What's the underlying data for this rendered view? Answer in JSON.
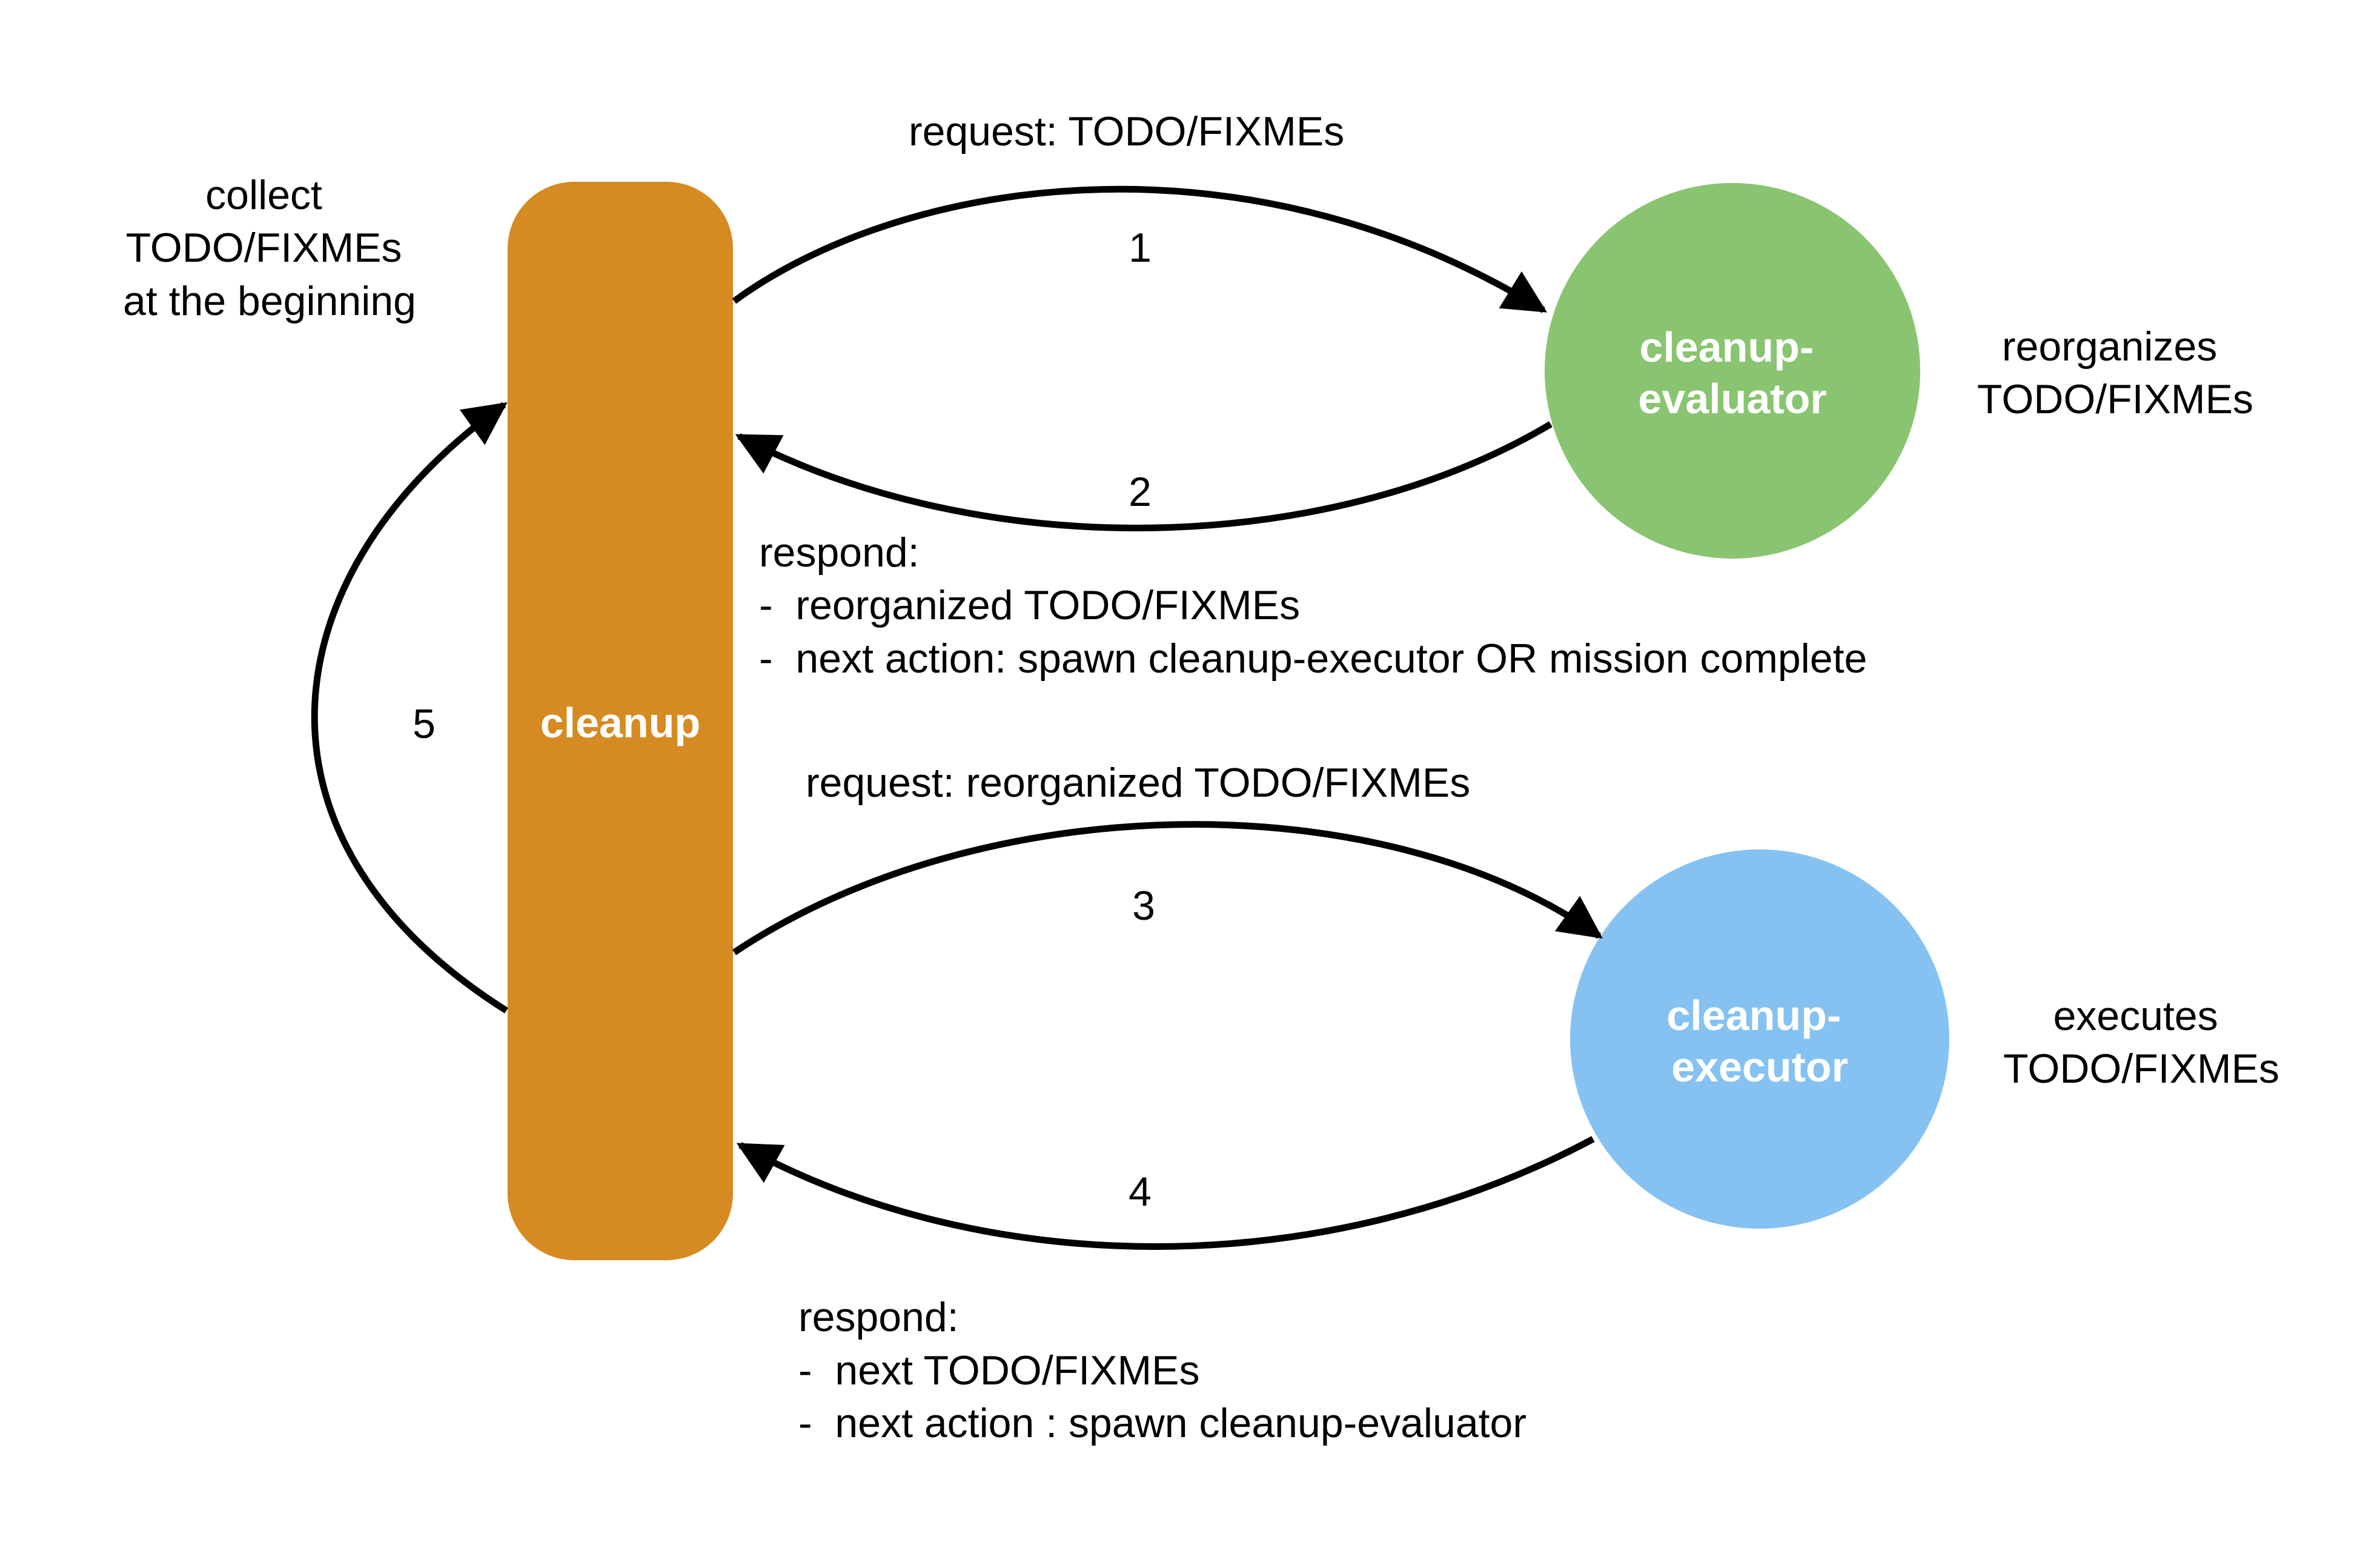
{
  "diagram": {
    "nodes": {
      "cleanup": {
        "label": "cleanup",
        "shape": "rounded-rectangle",
        "color": "#D68A22",
        "note_lines": [
          "collect",
          "TODO/FIXMEs",
          "at the beginning"
        ]
      },
      "evaluator": {
        "label_lines": [
          "cleanup-",
          "evaluator"
        ],
        "shape": "circle",
        "color": "#89C470",
        "note_lines": [
          "reorganizes",
          "TODO/FIXMEs"
        ]
      },
      "executor": {
        "label_lines": [
          "cleanup-",
          "executor"
        ],
        "shape": "circle",
        "color": "#85C2F1",
        "note_lines": [
          "executes",
          "TODO/FIXMEs"
        ]
      }
    },
    "edges": [
      {
        "step": "1",
        "from": "cleanup",
        "to": "cleanup-evaluator",
        "caption_lines": [
          "request: TODO/FIXMEs"
        ]
      },
      {
        "step": "2",
        "from": "cleanup-evaluator",
        "to": "cleanup",
        "caption_lines": [
          "respond:",
          "-  reorganized TODO/FIXMEs",
          "-  next action: spawn cleanup-executor OR mission complete"
        ]
      },
      {
        "step": "3",
        "from": "cleanup",
        "to": "cleanup-executor",
        "caption_lines": [
          "request: reorganized TODO/FIXMEs"
        ]
      },
      {
        "step": "4",
        "from": "cleanup-executor",
        "to": "cleanup",
        "caption_lines": [
          "respond:",
          "-  next TODO/FIXMEs",
          "-  next action : spawn cleanup-evaluator"
        ]
      },
      {
        "step": "5",
        "from": "cleanup",
        "to": "cleanup",
        "caption_lines": []
      }
    ],
    "colors": {
      "edge": "#000000",
      "node_text": "#FFFFFF",
      "annotation_text": "#000000"
    }
  }
}
